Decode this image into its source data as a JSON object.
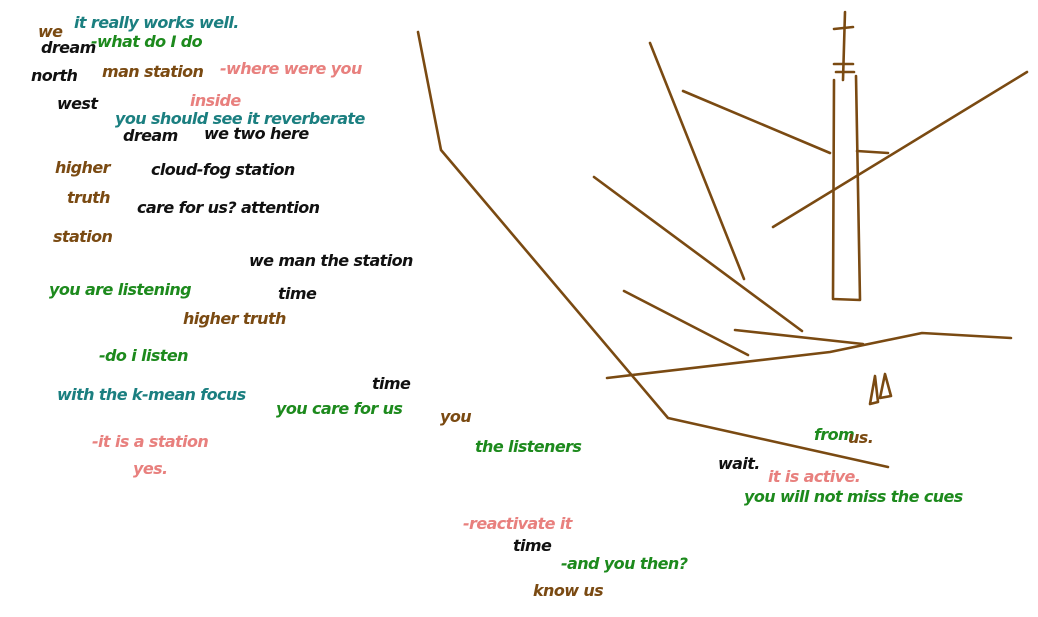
{
  "colors": {
    "brown": "#7a4a12",
    "teal": "#1b7f80",
    "green": "#1d8a1d",
    "pink": "#e8807e",
    "black": "#111111",
    "stroke": "#7a4a12"
  },
  "words": [
    {
      "id": "w1",
      "text": "we",
      "color": "brown"
    },
    {
      "id": "w2",
      "text": "it really works well.",
      "color": "teal"
    },
    {
      "id": "w3",
      "text": "dream",
      "color": "black"
    },
    {
      "id": "w4",
      "text": "-what do I do",
      "color": "green"
    },
    {
      "id": "w5",
      "text": "north",
      "color": "black"
    },
    {
      "id": "w6",
      "text": "man station",
      "color": "brown"
    },
    {
      "id": "w7",
      "text": "-where were you",
      "color": "pink"
    },
    {
      "id": "w8",
      "text": "west",
      "color": "black"
    },
    {
      "id": "w9",
      "text": "inside",
      "color": "pink"
    },
    {
      "id": "w10",
      "text": "you should see it  reverberate",
      "color": "teal"
    },
    {
      "id": "w11",
      "text": "dream",
      "color": "black"
    },
    {
      "id": "w12",
      "text": "we two here",
      "color": "black"
    },
    {
      "id": "w13",
      "text": "higher",
      "color": "brown"
    },
    {
      "id": "w14",
      "text": "cloud-fog station",
      "color": "black"
    },
    {
      "id": "w15",
      "text": "truth",
      "color": "brown"
    },
    {
      "id": "w16",
      "text": "care for us? attention",
      "color": "black"
    },
    {
      "id": "w17",
      "text": "station",
      "color": "brown"
    },
    {
      "id": "w18",
      "text": "we man the station",
      "color": "black"
    },
    {
      "id": "w19",
      "text": "you are listening",
      "color": "green"
    },
    {
      "id": "w20",
      "text": "time",
      "color": "black"
    },
    {
      "id": "w21",
      "text": "higher truth",
      "color": "brown"
    },
    {
      "id": "w22",
      "text": "-do i listen",
      "color": "green"
    },
    {
      "id": "w23",
      "text": "time",
      "color": "black"
    },
    {
      "id": "w24",
      "text": "with the k-mean focus",
      "color": "teal"
    },
    {
      "id": "w25",
      "text": "you care for us",
      "color": "green"
    },
    {
      "id": "w26",
      "text": "you",
      "color": "brown"
    },
    {
      "id": "w27",
      "text": "-it is a station",
      "color": "pink"
    },
    {
      "id": "w28",
      "text": "the listeners",
      "color": "green"
    },
    {
      "id": "w29",
      "text": "yes.",
      "color": "pink"
    },
    {
      "id": "w30",
      "text": "from",
      "color": "green"
    },
    {
      "id": "w31",
      "text": "us.",
      "color": "brown"
    },
    {
      "id": "w32",
      "text": "wait.",
      "color": "black"
    },
    {
      "id": "w33",
      "text": "it is active.",
      "color": "pink"
    },
    {
      "id": "w34",
      "text": "you will not miss the cues",
      "color": "green"
    },
    {
      "id": "w35",
      "text": "-reactivate it",
      "color": "pink"
    },
    {
      "id": "w36",
      "text": "time",
      "color": "black"
    },
    {
      "id": "w37",
      "text": "-and you then?",
      "color": "green"
    },
    {
      "id": "w38",
      "text": "know us",
      "color": "brown"
    }
  ]
}
